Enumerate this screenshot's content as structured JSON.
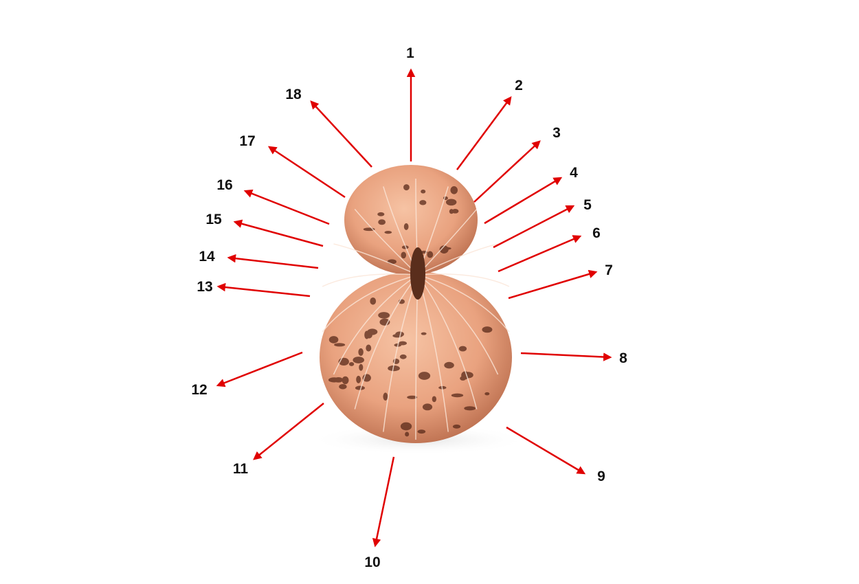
{
  "image": {
    "subject": "rudraksha-bead",
    "arrow_color": "#e00000",
    "bead_color": "#e9a27f"
  },
  "labels": [
    "1",
    "2",
    "3",
    "4",
    "5",
    "6",
    "7",
    "8",
    "9",
    "10",
    "11",
    "12",
    "13",
    "14",
    "15",
    "16",
    "17",
    "18"
  ]
}
